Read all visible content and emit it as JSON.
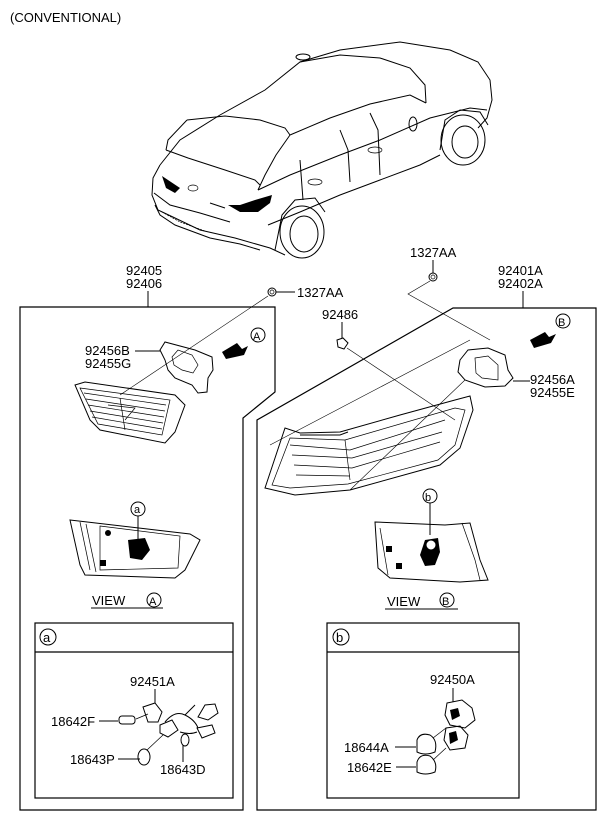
{
  "diagram": {
    "variant_label": "(CONVENTIONAL)",
    "left_assembly": {
      "part_numbers": [
        "92405",
        "92406"
      ],
      "fastener": "1327AA",
      "gasket_parts": [
        "92456B",
        "92455G"
      ],
      "view_callout": "A",
      "view_label": "VIEW",
      "detail_callout": "a"
    },
    "right_assembly": {
      "part_numbers": [
        "92401A",
        "92402A"
      ],
      "fastener": "1327AA",
      "clip": "92486",
      "gasket_parts": [
        "92456A",
        "92455E"
      ],
      "view_callout": "B",
      "view_label": "VIEW",
      "detail_callout": "b"
    },
    "detail_a": {
      "callout": "a",
      "socket": "92451A",
      "bulbs": [
        "18642F",
        "18643P",
        "18643D"
      ]
    },
    "detail_b": {
      "callout": "b",
      "socket": "92450A",
      "bulbs": [
        "18644A",
        "18642E"
      ]
    }
  }
}
